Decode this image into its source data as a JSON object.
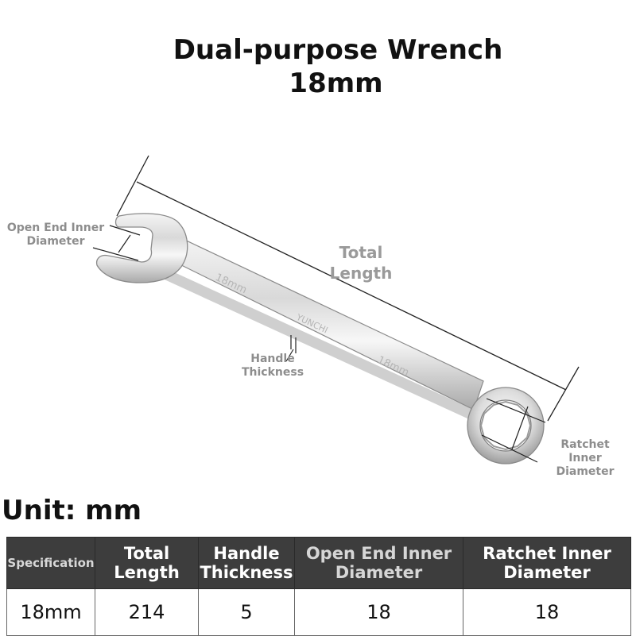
{
  "header": {
    "title_line1": "Dual-purpose Wrench",
    "title_line2": "18mm"
  },
  "diagram": {
    "label_total_length": "Total Length",
    "label_open_end": "Open End Inner Diameter",
    "label_handle": "Handle Thickness",
    "label_ratchet": "Ratchet Inner Diameter",
    "engrave_size_1": "18mm",
    "engrave_brand": "YUNCHI",
    "engrave_size_2": "18mm"
  },
  "unit_label": "Unit: mm",
  "spec_table": {
    "headers": [
      "Specification",
      "Total Length",
      "Handle Thickness",
      "Open End Inner Diameter",
      "Ratchet Inner Diameter"
    ],
    "rows": [
      [
        "18mm",
        "214",
        "5",
        "18",
        "18"
      ]
    ]
  },
  "colors": {
    "header_bg": "#3d3d3d",
    "annotation_text": "#8d8d8d"
  }
}
